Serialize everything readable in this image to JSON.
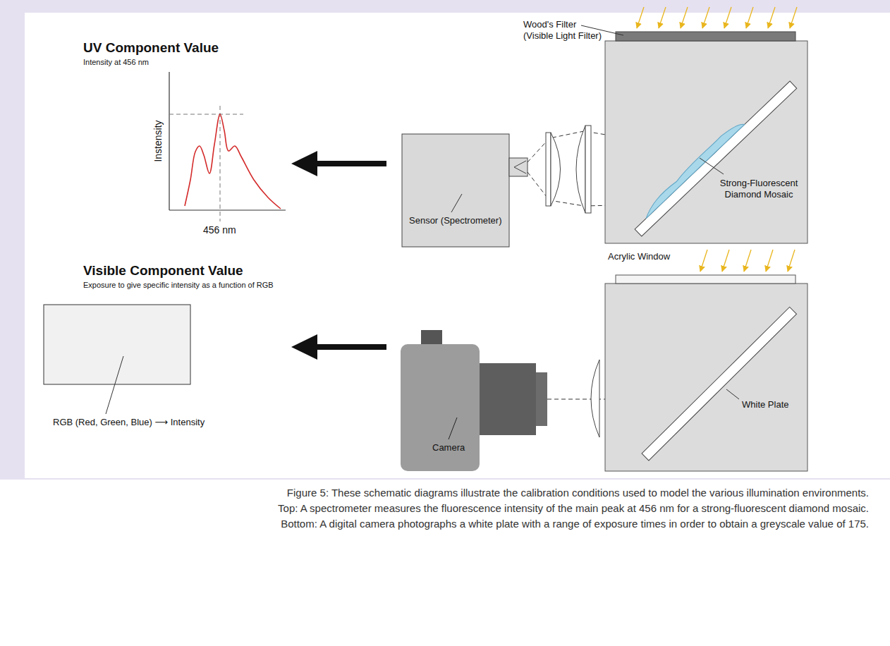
{
  "diagram": {
    "caption": "Figure 5: These schematic diagrams illustrate the calibration conditions used to model the various illumination environments. Top: A spectrometer measures the fluorescence intensity of the main peak at 456 nm for a strong-fluorescent diamond mosaic. Bottom: A digital camera photographs a white plate with a range of exposure times in order to obtain a greyscale value of 175.",
    "labels": [
      "UV Component Value",
      "Intensity at 456 nm",
      "Instensity",
      "456 nm",
      "Wood's Filter (Visible Light Filter)",
      "Strong-Fluorescent Diamond Mosaic",
      "Sensor (Spectrometer)",
      "Visible Component Value",
      "Exposure to give specific intensity as a function of RGB",
      "RGB (Red, Green, Blue) ⟶ Intensity",
      "Camera",
      "Acrylic Window",
      "White Plate"
    ]
  }
}
